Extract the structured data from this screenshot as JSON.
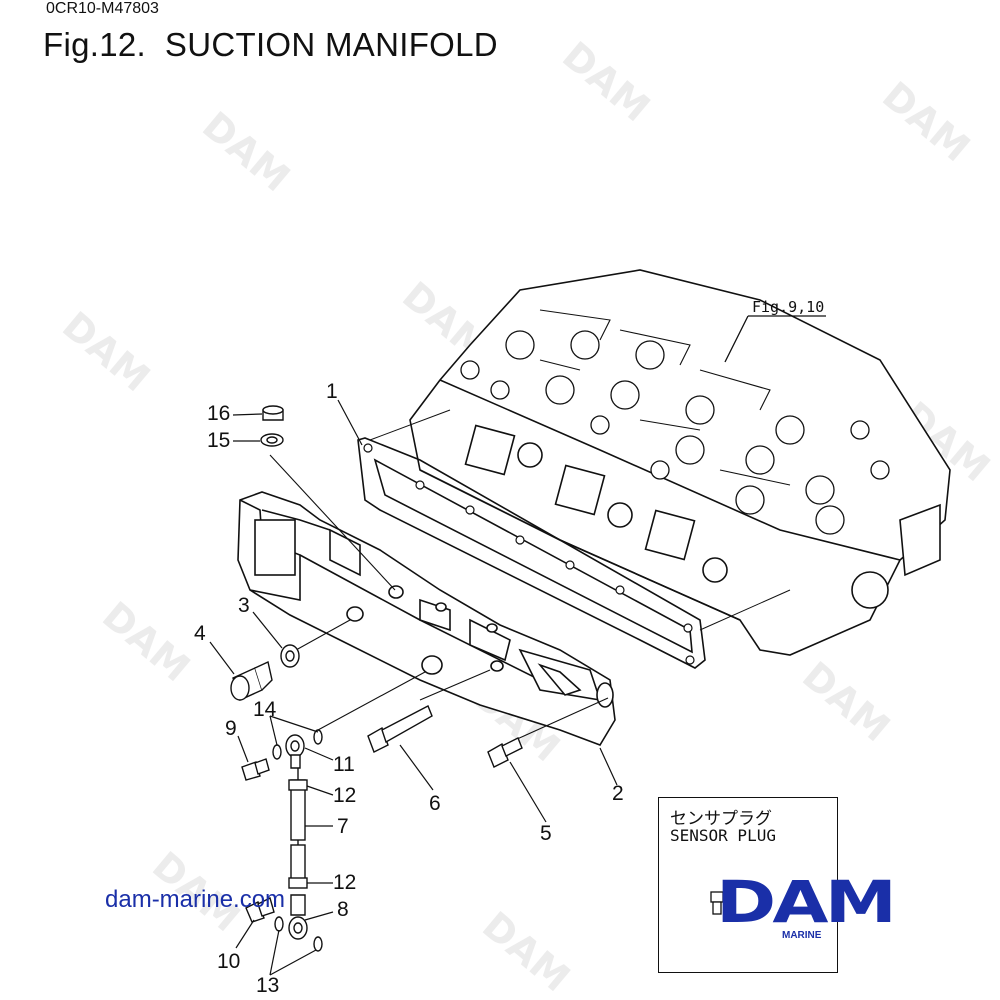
{
  "header": {
    "code": "0CR10-M47803",
    "title": "Fig.12.  SUCTION MANIFOLD"
  },
  "figure_reference": "Fig.9,10",
  "callouts": [
    "1",
    "2",
    "3",
    "4",
    "5",
    "6",
    "7",
    "8",
    "9",
    "10",
    "11",
    "12",
    "12",
    "13",
    "14",
    "15",
    "16"
  ],
  "legend": {
    "japanese": "センサプラグ",
    "english": "SENSOR PLUG"
  },
  "website": "dam-marine.com",
  "logo": {
    "brand": "DAM",
    "sub": "MARINE",
    "color": "#1a2fa8"
  },
  "watermark": "DAM"
}
